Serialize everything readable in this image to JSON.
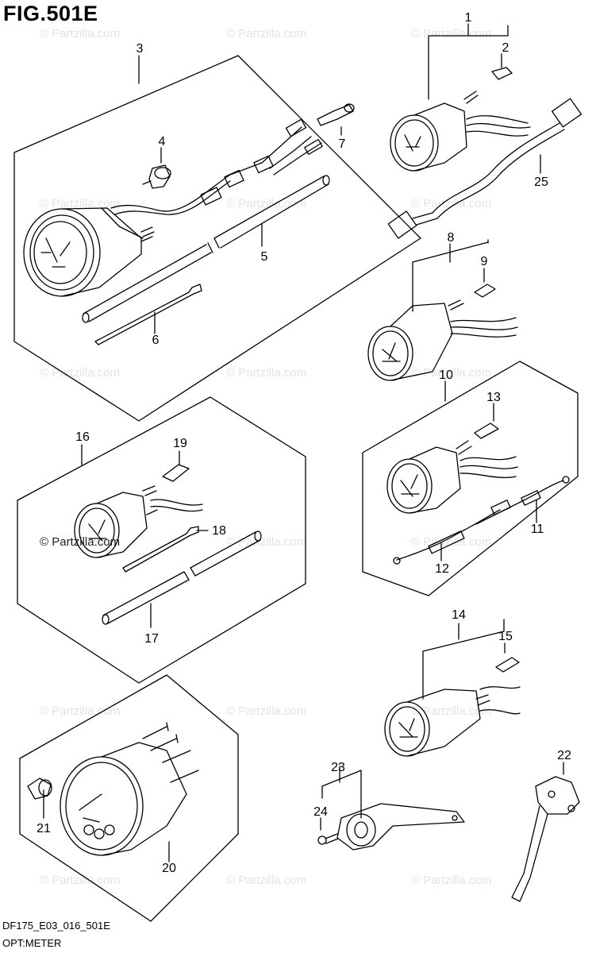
{
  "figure": {
    "title": "FIG.501E",
    "code": "DF175_E03_016_501E",
    "name": "OPT:METER"
  },
  "watermark": {
    "text": "© Partzilla.com",
    "highlight_text": "© Partzilla.com"
  },
  "callouts": [
    "1",
    "2",
    "3",
    "4",
    "5",
    "6",
    "7",
    "8",
    "9",
    "10",
    "11",
    "12",
    "13",
    "14",
    "15",
    "16",
    "17",
    "18",
    "19",
    "20",
    "21",
    "22",
    "23",
    "24",
    "25"
  ],
  "colors": {
    "line": "#000000",
    "watermark": "#e3e3e3",
    "background": "#ffffff"
  }
}
